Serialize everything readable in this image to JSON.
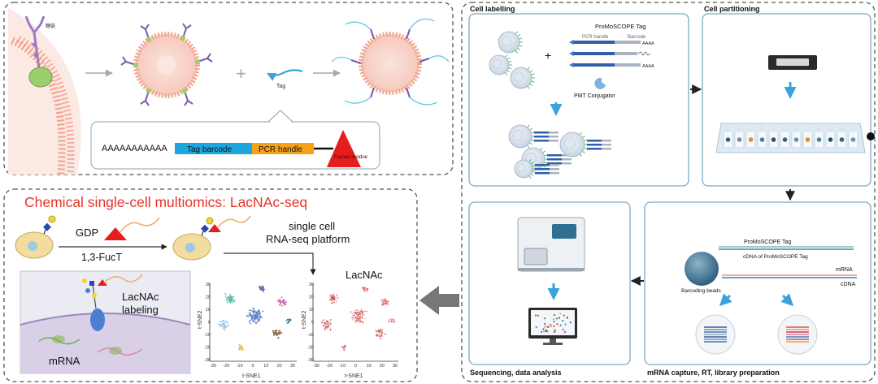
{
  "top_left": {
    "glycan_label": "糖链",
    "tag_label": "Tag",
    "construct": {
      "poly_a": "AAAAAAAAAAA",
      "tag_barcode": "Tag barcode",
      "pcr_handle": "PCR handle",
      "fucose": "Fucose residue"
    }
  },
  "lacnac_panel": {
    "title": "Chemical single-cell multiomics: LacNAc-seq",
    "gdp": "GDP",
    "enzyme": "1,3-FucT",
    "platform": "single cell RNA-seq platform",
    "labeling": "LacNAc labeling",
    "mrna": "mRNA",
    "plot_right_title": "LacNAc",
    "xlabel": "t-SNE1",
    "ylabel": "t-SNE2",
    "x_ticks": [
      "-30",
      "-20",
      "-10",
      "0",
      "10",
      "20",
      "30"
    ],
    "y_ticks": [
      "30",
      "20",
      "10",
      "0",
      "-10",
      "-20",
      "-30"
    ]
  },
  "workflow": {
    "cell_labelling": {
      "title": "Cell labelling",
      "tag_title": "ProMoSCOPE Tag",
      "pcr_handle": "PCR handle",
      "barcode": "Barcode",
      "poly_a": "AAAA",
      "conjugator": "PMT Conjugator"
    },
    "cell_partitioning": {
      "title": "Cell partitioning"
    },
    "mrna_capture": {
      "title": "mRNA capture, RT, library preparation",
      "tag": "ProMoSCOPE Tag",
      "cdna_tag": "cDNA of ProMoSCOPE Tag",
      "mrna": "mRNA",
      "cdna": "cDNA",
      "beads": "Barcoding beads"
    },
    "sequencing": {
      "title": "Sequencing, data analysis"
    }
  },
  "colors": {
    "title_red": "#e8342a",
    "tag_barcode_blue": "#1ba6e0",
    "pcr_handle_orange": "#f5a21a",
    "fucose_red": "#e51d1d",
    "panel_border": "#7fa9c4",
    "arrow_blue": "#3ba3dc",
    "membrane_pink": "#f2a08c"
  }
}
